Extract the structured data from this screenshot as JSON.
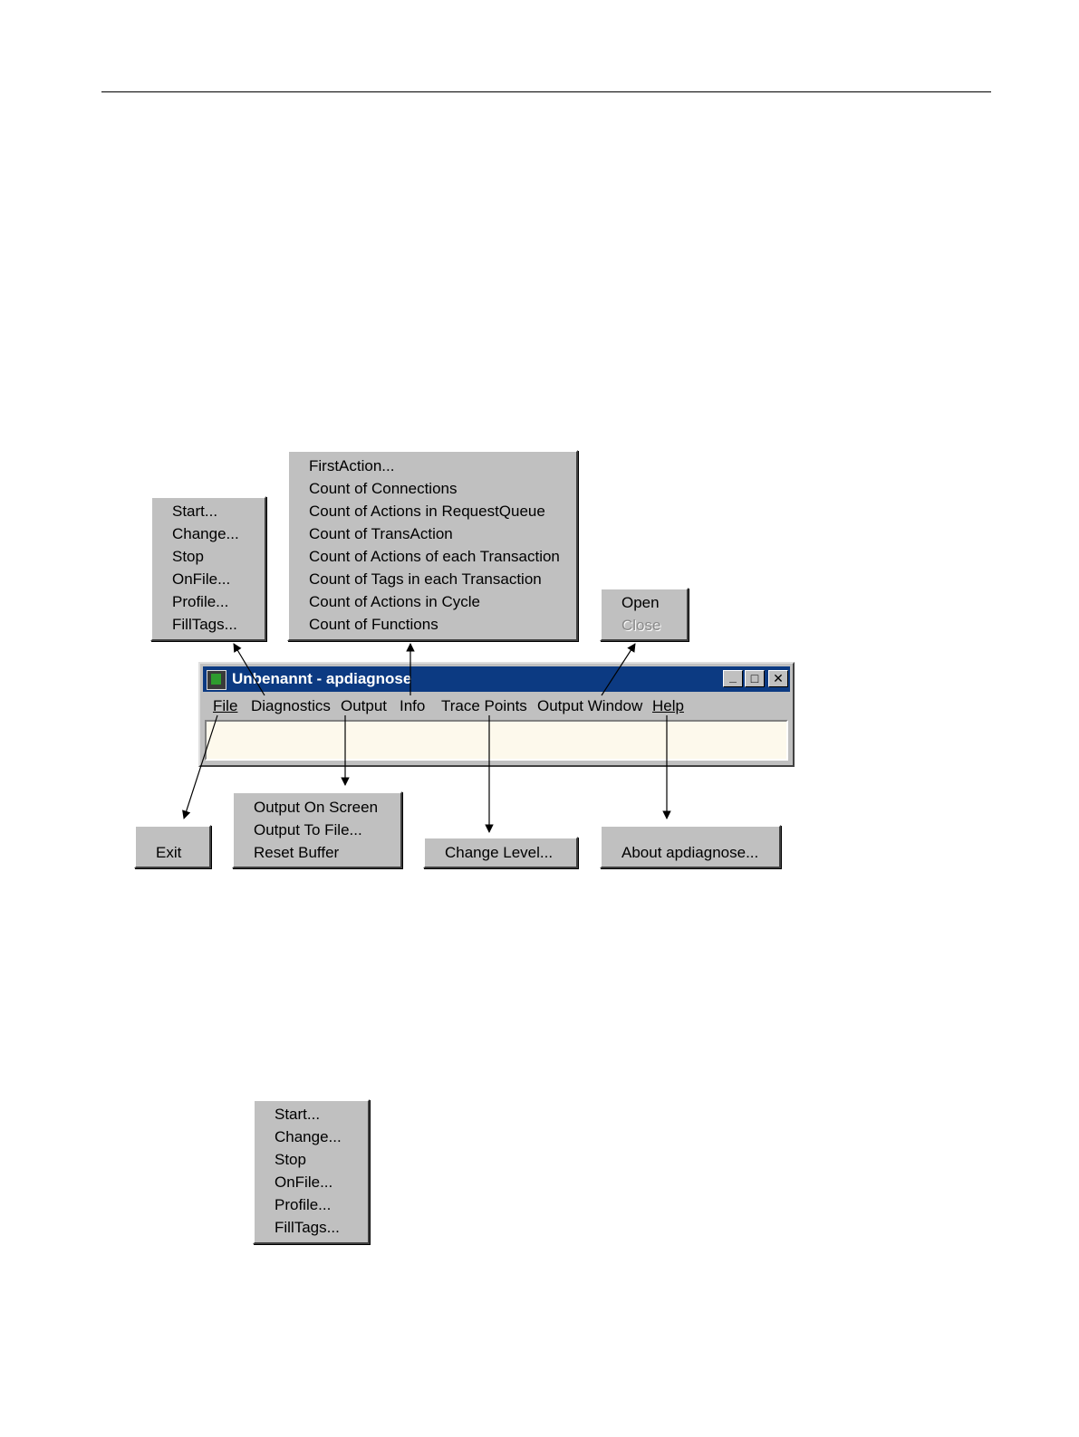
{
  "window": {
    "title": "Unbenannt - apdiagnose",
    "controls": {
      "minimize": "_",
      "maximize": "□",
      "close": "✕"
    },
    "icon": "application-icon"
  },
  "menubar": {
    "items": [
      {
        "label": "File",
        "mnemonic": "F"
      },
      {
        "label": "Diagnostics"
      },
      {
        "label": "Output"
      },
      {
        "label": "Info"
      },
      {
        "label": "Trace Points"
      },
      {
        "label": "Output Window"
      },
      {
        "label": "Help",
        "mnemonic": "H"
      }
    ]
  },
  "diagnostics_menu": [
    "Start...",
    "Change...",
    "Stop",
    "OnFile...",
    "Profile...",
    "FillTags..."
  ],
  "info_menu": [
    "FirstAction...",
    "Count of Connections",
    "Count of Actions in RequestQueue",
    "Count of TransAction",
    "Count of Actions of each Transaction",
    "Count of Tags in each Transaction",
    "Count of Actions in Cycle",
    "Count of Functions"
  ],
  "output_window_menu": [
    {
      "label": "Open",
      "enabled": true
    },
    {
      "label": "Close",
      "enabled": false
    }
  ],
  "file_menu": {
    "exit": "Exit"
  },
  "output_menu": [
    "Output On Screen",
    "Output To File...",
    "Reset Buffer"
  ],
  "trace_points_menu": {
    "change_level": "Change Level..."
  },
  "help_menu": {
    "about": "About apdiagnose..."
  },
  "diagnostics_menu_detail": [
    "Start...",
    "Change...",
    "Stop",
    "OnFile...",
    "Profile...",
    "FillTags..."
  ]
}
